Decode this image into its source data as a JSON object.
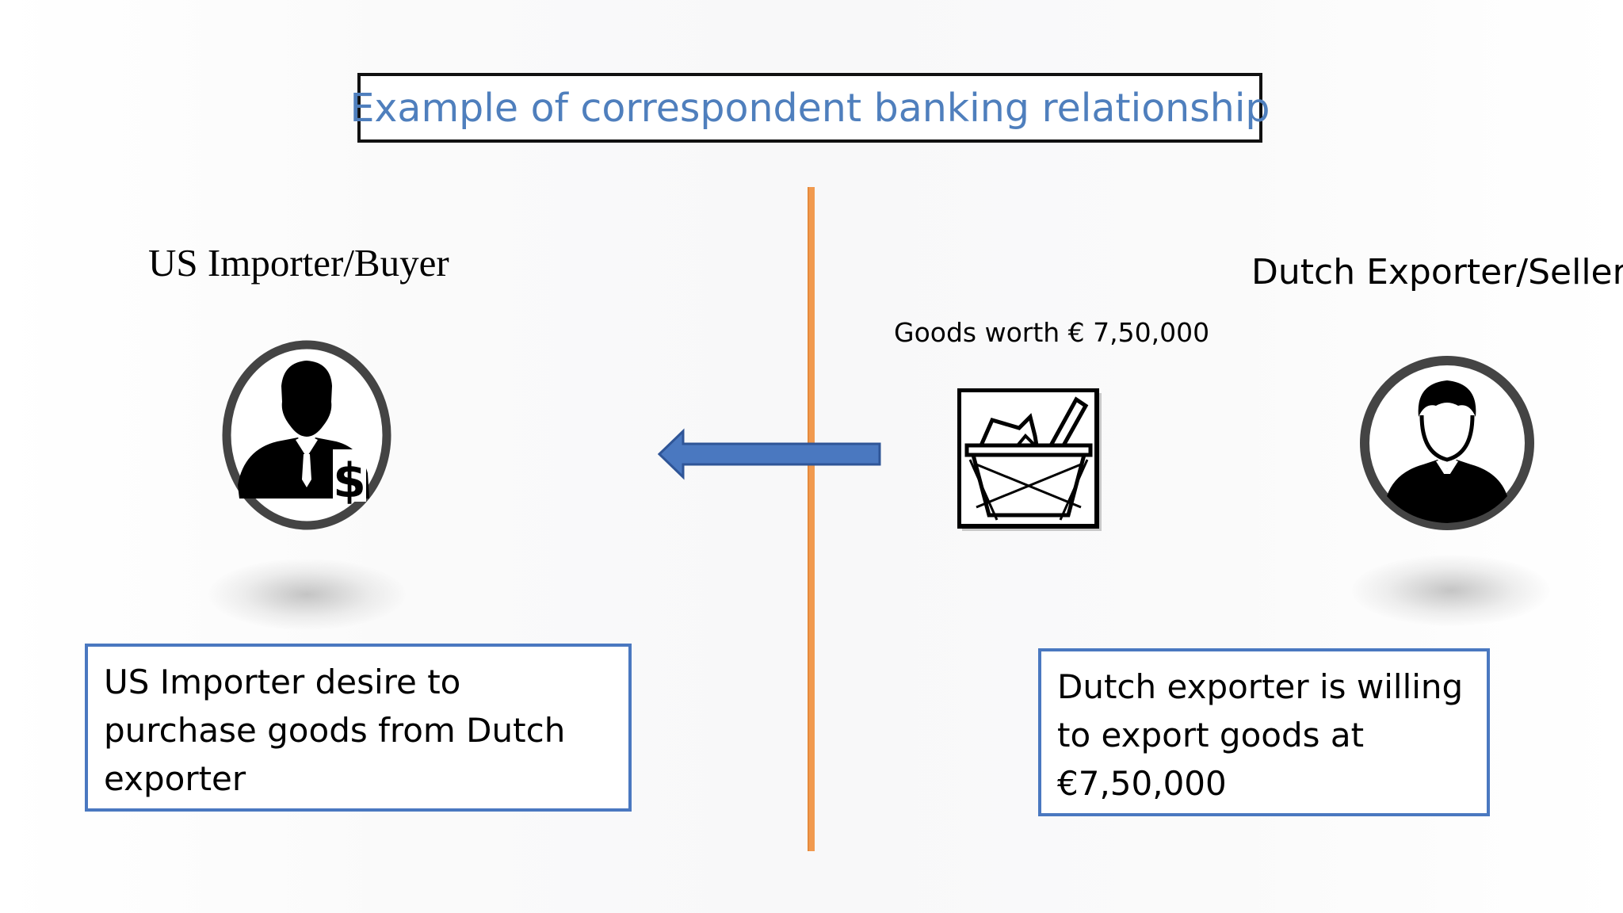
{
  "title": "Example of correspondent banking relationship",
  "importer": {
    "label": "US Importer/Buyer",
    "icon": "businessman-dollar-icon",
    "description": [
      "US Importer desire to",
      "purchase goods from Dutch",
      "exporter"
    ]
  },
  "exporter": {
    "label": "Dutch Exporter/Seller",
    "icon": "businessman-icon",
    "description": [
      "Dutch exporter is willing",
      "to export goods at",
      "€7,50,000"
    ]
  },
  "goods": {
    "label": "Goods worth € 7,50,000",
    "icon": "goods-basket-icon"
  },
  "colors": {
    "title": "#4f7fbd",
    "divider": "#f19a4f",
    "arrow": "#4a78c0",
    "box_border": "#4a78c0"
  }
}
